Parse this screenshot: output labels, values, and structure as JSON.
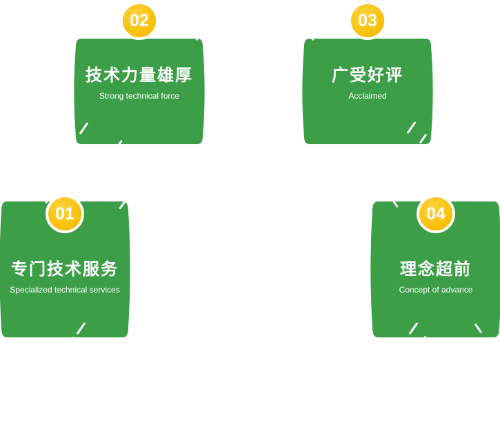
{
  "colors": {
    "green": "#3C9E47",
    "badge_yellow": "#F6BD00",
    "text_white": "#FFFFFF"
  },
  "features": [
    {
      "number": "01",
      "title": "专门技术服务",
      "subtitle": "Specialized technical services"
    },
    {
      "number": "02",
      "title": "技术力量雄厚",
      "subtitle": "Strong technical force"
    },
    {
      "number": "03",
      "title": "广受好评",
      "subtitle": "Acclaimed"
    },
    {
      "number": "04",
      "title": "理念超前",
      "subtitle": "Concept of advance"
    }
  ]
}
